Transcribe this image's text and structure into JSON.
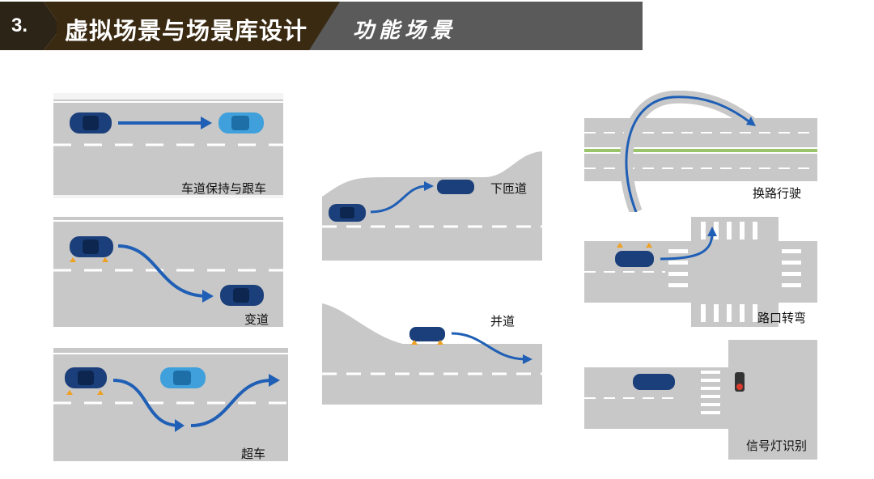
{
  "header": {
    "number": "3.",
    "title": "虚拟场景与场景库设计",
    "subtitle": "功能场景",
    "colors": {
      "dark": "#5a5a5a",
      "accent": "#3a2a12",
      "text": "#ffffff"
    }
  },
  "scenarios": {
    "lane_keep": "车道保持与跟车",
    "lane_change": "变道",
    "overtake": "超车",
    "off_ramp": "下匝道",
    "merge": "并道",
    "road_switch": "换路行驶",
    "intersection_turn": "路口转弯",
    "traffic_light": "信号灯识别"
  },
  "colors": {
    "road": "#c8c8c8",
    "car": "#1b3f7a",
    "car_light": "#3fa0dc",
    "arrow": "#1f5fb5",
    "signal": "#d93a2b",
    "indicator": "#f0a020"
  }
}
